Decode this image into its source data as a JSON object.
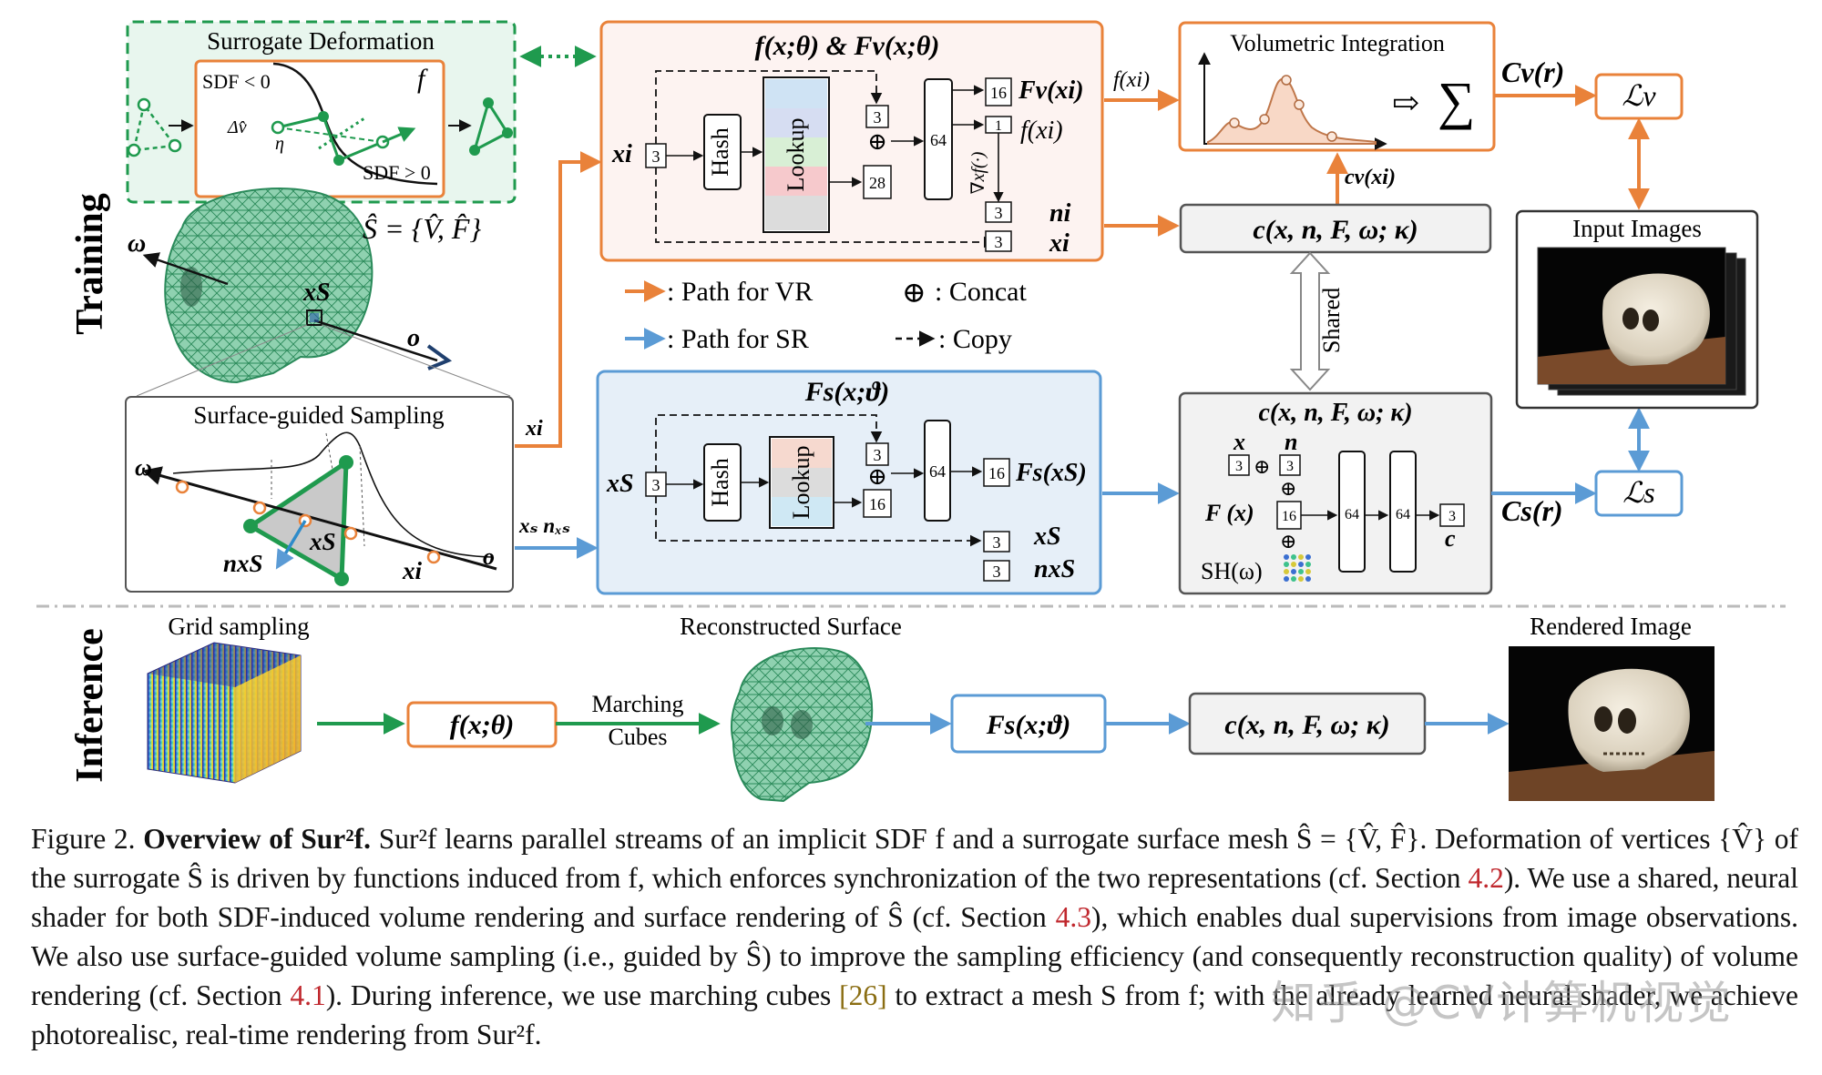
{
  "side_labels": {
    "training": "Training",
    "inference": "Inference"
  },
  "surrogate": {
    "title": "Surrogate Deformation",
    "sdf_neg": "SDF < 0",
    "sdf_pos": "SDF > 0",
    "f": "f",
    "dv": "Δv̂",
    "eta": "η"
  },
  "mesh": {
    "s_hat": "Ŝ = {V̂, F̂}",
    "omega": "ω",
    "xs": "xS",
    "o": "o"
  },
  "sampling": {
    "title": "Surface-guided Sampling",
    "omega": "ω",
    "n": "nxS",
    "xs": "xS",
    "xi": "xi",
    "o": "o"
  },
  "vr_net": {
    "title": "f(x;θ) & Fv(x;θ)",
    "xi": "xi",
    "hash": "Hash",
    "lookup": "Lookup",
    "d3a": "3",
    "d3b": "3",
    "d28": "28",
    "d64": "64",
    "d16": "16",
    "d1": "1",
    "d3n": "3",
    "d3x": "3",
    "grad": "∇xf(·)",
    "Fv_out": "Fv(xi)",
    "f_out": "f(xi)",
    "n_out": "ni",
    "x_out": "xi"
  },
  "sr_net": {
    "title": "Fs(x;ϑ)",
    "xs": "xS",
    "hash": "Hash",
    "lookup": "Lookup",
    "d3a": "3",
    "d3b": "3",
    "d16a": "16",
    "d64": "64",
    "d16b": "16",
    "d3x": "3",
    "d3n": "3",
    "Fs_out": "Fs(xS)",
    "xs_out": "xS",
    "n_out": "nxS"
  },
  "legend": {
    "vr": ": Path for VR",
    "sr": ": Path for SR",
    "concat": ": Concat",
    "copy": ": Copy"
  },
  "vol": {
    "title": "Volumetric Integration",
    "f_label": "f(xi)",
    "cv_label": "cv(xi)"
  },
  "shader": {
    "top": "c(x, n, F, ω; κ)",
    "title": "c(x, n, F, ω; κ)",
    "shared": "Shared",
    "x": "x",
    "n": "n",
    "F": "F (x)",
    "sh": "SH(ω)",
    "d3x": "3",
    "d3n": "3",
    "d16": "16",
    "d64a": "64",
    "d64b": "64",
    "d3c": "3",
    "c": "c"
  },
  "outputs": {
    "cv": "Cv(r)",
    "cs": "Cs(r)",
    "lv": "ℒv",
    "ls": "ℒs",
    "input_images": "Input Images"
  },
  "inference": {
    "grid": "Grid sampling",
    "f": "f(x;θ)",
    "mc1": "Marching",
    "mc2": "Cubes",
    "recon": "Reconstructed Surface",
    "Fs": "Fs(x;ϑ)",
    "c": "c(x, n, F, ω; κ)",
    "rendered": "Rendered Image"
  },
  "caption": {
    "fig": "Figure 2.",
    "title": "Overview of Sur²f.",
    "t1": "Sur²f learns parallel streams of an implicit SDF f and a surrogate surface mesh Ŝ = {V̂, F̂}. Deformation of vertices {V̂} of the surrogate Ŝ is driven by functions induced from f, which enforces synchronization of the two representations (cf. Section",
    "r1": "4.2",
    "t2": "). We use a shared, neural shader for both SDF-induced volume rendering and surface rendering of Ŝ (cf. Section",
    "r2": "4.3",
    "t3": "), which enables dual supervisions from image observations. We also use surface-guided volume sampling (i.e., guided by Ŝ) to improve the sampling efficiency (and consequently reconstruction quality) of volume rendering (cf. Section",
    "r3": "4.1",
    "t4": "). During inference, we use marching cubes",
    "c1": "[26]",
    "t5": "to extract a mesh S from f; with the already learned neural shader, we achieve photorealisc, real-time rendering from Sur²f."
  },
  "watermark": "知乎 @CV计算机视觉",
  "colors": {
    "vr": "#e9823a",
    "sr": "#5b9bd5",
    "green": "#1f9a4e",
    "gray_box": "#f2f2f2",
    "vr_fill": "#fdf3f1",
    "sr_fill": "#e6eff8"
  }
}
